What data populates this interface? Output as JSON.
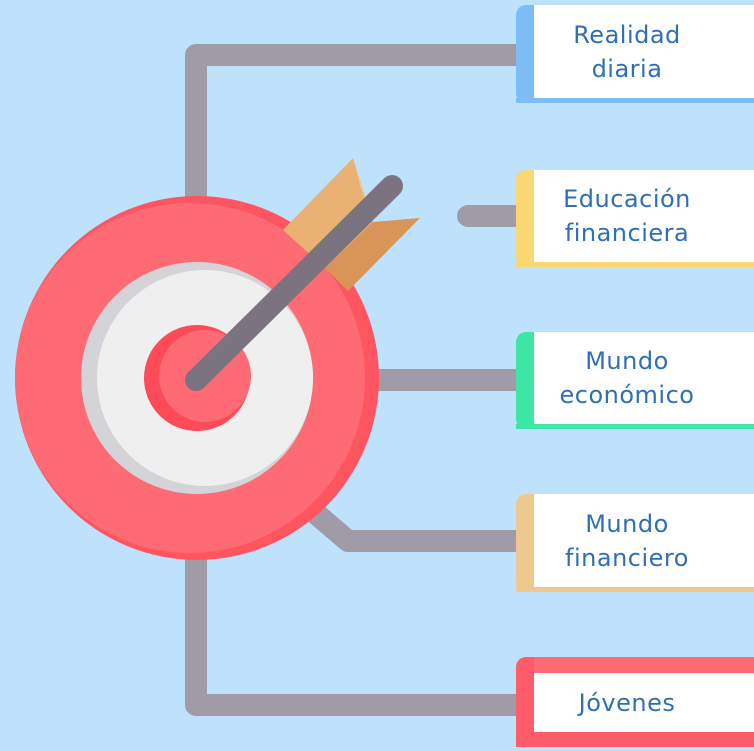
{
  "diagram": {
    "items": [
      {
        "label": "Realidad\ndiaria",
        "color": "#7cbdf5"
      },
      {
        "label": "Educación\nfinanciera",
        "color": "#f9d772"
      },
      {
        "label": "Mundo\neconómico",
        "color": "#3ee6a5"
      },
      {
        "label": "Mundo\nfinanciero",
        "color": "#edc98f"
      },
      {
        "label": "Jóvenes",
        "color": "#ff5b68"
      }
    ],
    "colors": {
      "background": "#bfe2fc",
      "connector": "#a19ba7",
      "target_outer": "#ff6d77",
      "target_ring": "#eeeeee",
      "arrow_shaft": "#7d7580",
      "arrow_fletching": "#e2a86c"
    },
    "icon": "target-with-arrow-icon"
  }
}
